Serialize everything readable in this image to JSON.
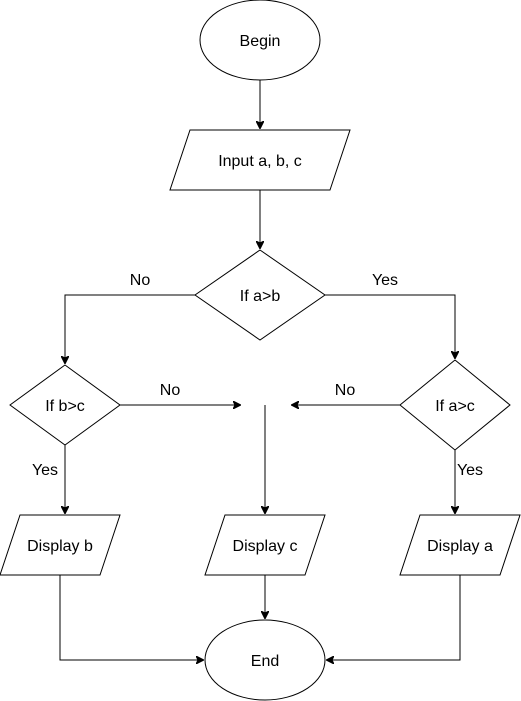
{
  "nodes": {
    "begin": "Begin",
    "input": "Input a, b, c",
    "decision_a_gt_b": "If a>b",
    "decision_b_gt_c": "If b>c",
    "decision_a_gt_c": "If a>c",
    "display_b": "Display b",
    "display_c": "Display c",
    "display_a": "Display a",
    "end": "End"
  },
  "edge_labels": {
    "a_gt_b_no": "No",
    "a_gt_b_yes": "Yes",
    "b_gt_c_no": "No",
    "a_gt_c_no": "No",
    "b_gt_c_yes": "Yes",
    "a_gt_c_yes": "Yes"
  }
}
